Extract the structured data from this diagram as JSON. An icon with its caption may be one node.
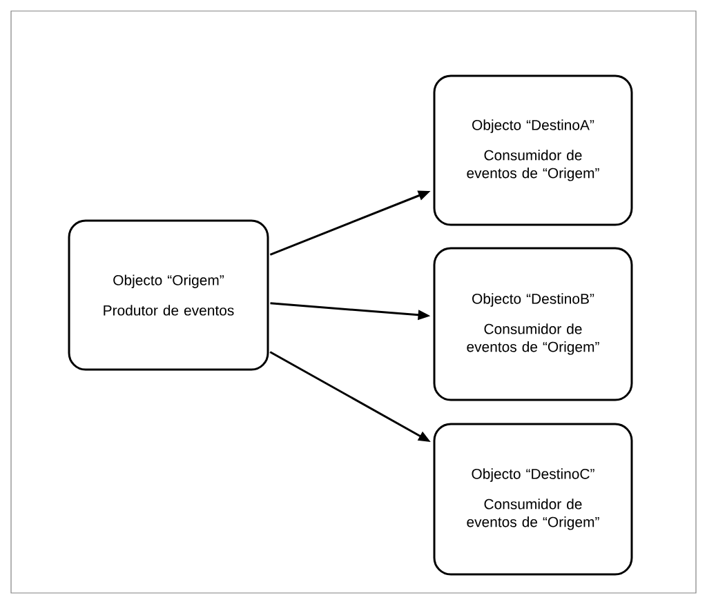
{
  "diagram": {
    "nodes": [
      {
        "text": [
          "Objecto “Origem”",
          "Produtor de eventos"
        ]
      },
      {
        "text": [
          "Objecto “DestinoA”",
          "Consumidor de eventos de “Origem”"
        ]
      },
      {
        "text": [
          "Objecto “DestinoB”",
          "Consumidor de eventos de “Origem”"
        ]
      },
      {
        "text": [
          "Objecto “DestinoC”",
          "Consumidor de eventos de “Origem”"
        ]
      }
    ],
    "edges": [
      {
        "from": 0,
        "to": 1,
        "arrow": "to"
      },
      {
        "from": 0,
        "to": 2,
        "arrow": "to"
      },
      {
        "from": 0,
        "to": 3,
        "arrow": "to"
      }
    ]
  }
}
